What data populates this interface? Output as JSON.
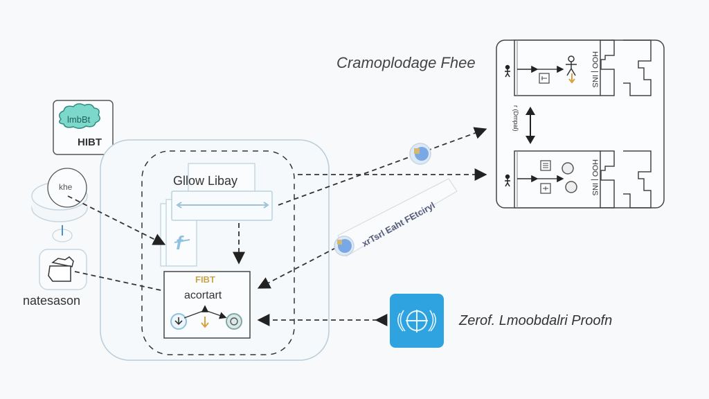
{
  "diagram": {
    "title": "Cramoplodage Fhee",
    "hibt_card": {
      "cloud_label": "lmbBt",
      "label": "HIBT"
    },
    "left_stack": {
      "disk_label": "khe",
      "folder_caption": "natesason"
    },
    "main_container": {
      "library_label": "Gllow Libay",
      "inner_box": {
        "tag": "FIBT",
        "label": "acortart"
      }
    },
    "right_panel": {
      "top_vertical_text": "HOO | INS",
      "bottom_vertical_text": "HOO | INS",
      "side_vertical_text": "r (Dmpal)"
    },
    "diagonal_banner": {
      "text": "xrTsrl Eaht FEtciryl"
    },
    "zero_badge": {
      "label": "Zerof. Lmoobdalri Proofn"
    },
    "colors": {
      "accent_blue": "#2fa3e0",
      "cloud_teal": "#7dd8cc",
      "tag_gold": "#c9a64a",
      "arrow_orange": "#d9a040",
      "line_dark": "#333333",
      "container_border": "#b9ccd8"
    }
  }
}
